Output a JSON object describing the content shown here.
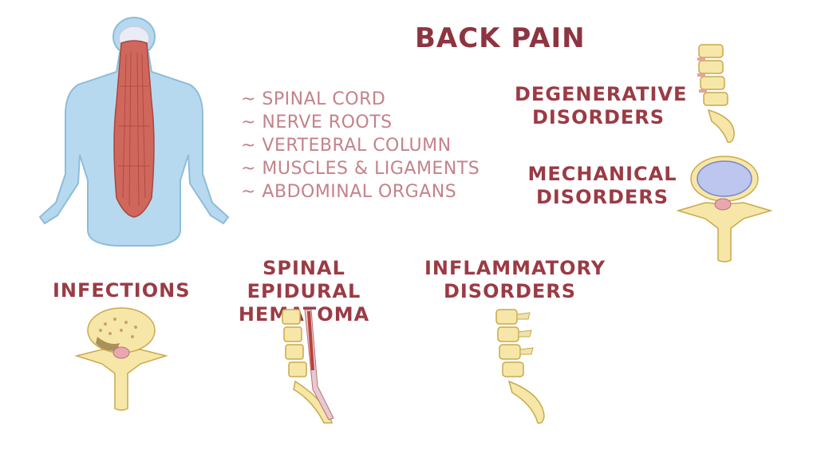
{
  "title": "BACK PAIN",
  "structures": [
    "~ SPINAL CORD",
    "~ NERVE ROOTS",
    "~ VERTEBRAL COLUMN",
    "~ MUSCLES & LIGAMENTS",
    "~ ABDOMINAL ORGANS"
  ],
  "categories": {
    "degenerative": [
      "DEGENERATIVE",
      "DISORDERS"
    ],
    "mechanical": [
      "MECHANICAL",
      "DISORDERS"
    ],
    "infections": [
      "INFECTIONS"
    ],
    "hematoma": [
      "SPINAL EPIDURAL",
      "HEMATOMA"
    ],
    "inflammatory": [
      "INFLAMMATORY",
      "DISORDERS"
    ]
  },
  "colors": {
    "title": "#8e3441",
    "label": "#9b3b45",
    "list": "#c58289",
    "body": "#b6d9f0",
    "muscle": "#d0675c",
    "bone": "#f6e7a8"
  },
  "icons": [
    "human-back-muscles-icon",
    "lumbar-spine-icon",
    "herniated-disc-vertebra-icon",
    "infected-vertebra-icon",
    "spinal-hematoma-icon",
    "spine-icon"
  ]
}
